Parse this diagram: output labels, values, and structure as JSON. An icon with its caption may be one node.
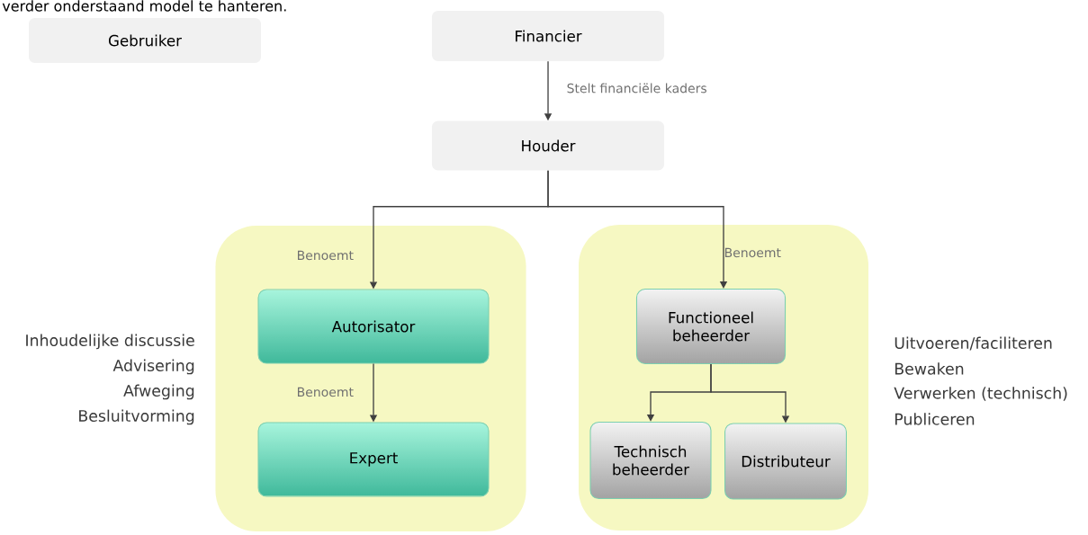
{
  "diagram": {
    "nodes": [
      {
        "text": [
          "Gebruiker"
        ]
      },
      {
        "text": [
          "Financier"
        ]
      },
      {
        "text": [
          "Houder"
        ]
      },
      {
        "text": [],
        "shape": "box",
        "beside": [
          "Inhoudelijke discussie",
          "Advisering",
          "Afweging",
          "Besluitvorming"
        ]
      },
      {
        "text": [
          "Autorisator"
        ],
        "in": 3
      },
      {
        "text": [
          "Expert"
        ],
        "in": 3
      },
      {
        "text": [],
        "shape": "box",
        "beside": [
          "Uitvoeren/faciliteren",
          "Bewaken",
          "Verwerken (technisch)",
          "Publiceren"
        ]
      },
      {
        "text": [
          "Functioneel beheerder"
        ],
        "in": 6
      },
      {
        "text": [
          "Technisch beheerder"
        ],
        "in": 6
      },
      {
        "text": [
          "Distributeur"
        ],
        "in": 6
      }
    ],
    "edges": [
      {
        "from": 1,
        "to": 2,
        "arrow": "to",
        "label": "Stelt financiële kaders"
      },
      {
        "from": 2,
        "to": 4,
        "arrow": "to",
        "label": "Benoemt"
      },
      {
        "from": 2,
        "to": 7,
        "arrow": "to",
        "label": "Benoemt"
      },
      {
        "from": 4,
        "to": 5,
        "arrow": "to",
        "label": "Benoemt"
      },
      {
        "from": 7,
        "to": 8,
        "arrow": "to"
      },
      {
        "from": 7,
        "to": 9,
        "arrow": "to"
      }
    ],
    "labels": [
      "verder onderstaand model te hanteren."
    ]
  }
}
